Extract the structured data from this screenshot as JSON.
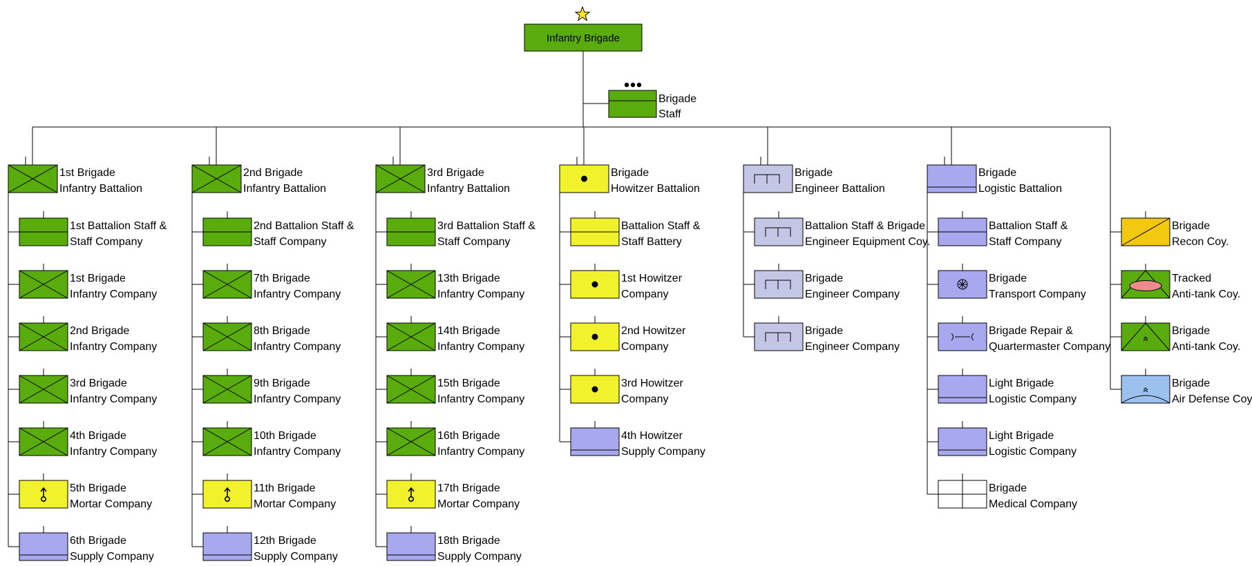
{
  "title": "Infantry Brigade",
  "hq": {
    "label": "Infantry Brigade",
    "marker": "star-icon"
  },
  "staff": {
    "lines": [
      "Brigade",
      "Staff"
    ],
    "echelon": "dots-3"
  },
  "colors": {
    "infantry": "#5aab0e",
    "artillery": "#f2f22c",
    "logistics": "#a8a8ee",
    "engineer": "#c4c6e6",
    "recon": "#f2c811",
    "airdefense": "#9dc1ef",
    "antitank_oval": "#ee8a8e",
    "star": "#ffe820",
    "lines": "#000000"
  },
  "columns": [
    {
      "head": {
        "icon": "infantry-battalion-icon",
        "lines": [
          "1st Brigade",
          "Infantry Battalion"
        ]
      },
      "items": [
        {
          "icon": "infantry-staff-icon",
          "lines": [
            "1st Battalion Staff &",
            "Staff Company"
          ]
        },
        {
          "icon": "infantry-company-icon",
          "lines": [
            "1st Brigade",
            "Infantry Company"
          ]
        },
        {
          "icon": "infantry-company-icon",
          "lines": [
            "2nd Brigade",
            "Infantry Company"
          ]
        },
        {
          "icon": "infantry-company-icon",
          "lines": [
            "3rd Brigade",
            "Infantry Company"
          ]
        },
        {
          "icon": "infantry-company-icon",
          "lines": [
            "4th Brigade",
            "Infantry Company"
          ]
        },
        {
          "icon": "mortar-company-icon",
          "lines": [
            "5th Brigade",
            "Mortar Company"
          ]
        },
        {
          "icon": "supply-company-icon",
          "lines": [
            "6th Brigade",
            "Supply Company"
          ]
        }
      ]
    },
    {
      "head": {
        "icon": "infantry-battalion-icon",
        "lines": [
          "2nd Brigade",
          "Infantry Battalion"
        ]
      },
      "items": [
        {
          "icon": "infantry-staff-icon",
          "lines": [
            "2nd Battalion Staff &",
            "Staff Company"
          ]
        },
        {
          "icon": "infantry-company-icon",
          "lines": [
            "7th Brigade",
            "Infantry Company"
          ]
        },
        {
          "icon": "infantry-company-icon",
          "lines": [
            "8th Brigade",
            "Infantry Company"
          ]
        },
        {
          "icon": "infantry-company-icon",
          "lines": [
            "9th Brigade",
            "Infantry Company"
          ]
        },
        {
          "icon": "infantry-company-icon",
          "lines": [
            "10th Brigade",
            "Infantry Company"
          ]
        },
        {
          "icon": "mortar-company-icon",
          "lines": [
            "11th Brigade",
            "Mortar Company"
          ]
        },
        {
          "icon": "supply-company-icon",
          "lines": [
            "12th Brigade",
            "Supply Company"
          ]
        }
      ]
    },
    {
      "head": {
        "icon": "infantry-battalion-icon",
        "lines": [
          "3rd Brigade",
          "Infantry Battalion"
        ]
      },
      "items": [
        {
          "icon": "infantry-staff-icon",
          "lines": [
            "3rd Battalion Staff &",
            "Staff Company"
          ]
        },
        {
          "icon": "infantry-company-icon",
          "lines": [
            "13th Brigade",
            "Infantry Company"
          ]
        },
        {
          "icon": "infantry-company-icon",
          "lines": [
            "14th Brigade",
            "Infantry Company"
          ]
        },
        {
          "icon": "infantry-company-icon",
          "lines": [
            "15th Brigade",
            "Infantry Company"
          ]
        },
        {
          "icon": "infantry-company-icon",
          "lines": [
            "16th Brigade",
            "Infantry Company"
          ]
        },
        {
          "icon": "mortar-company-icon",
          "lines": [
            "17th Brigade",
            "Mortar Company"
          ]
        },
        {
          "icon": "supply-company-icon",
          "lines": [
            "18th Brigade",
            "Supply Company"
          ]
        }
      ]
    },
    {
      "head": {
        "icon": "howitzer-battalion-icon",
        "lines": [
          "Brigade",
          "Howitzer Battalion"
        ]
      },
      "items": [
        {
          "icon": "artillery-staff-icon",
          "lines": [
            "Battalion Staff &",
            "Staff Battery"
          ]
        },
        {
          "icon": "howitzer-company-icon",
          "lines": [
            "1st Howitzer",
            "Company"
          ]
        },
        {
          "icon": "howitzer-company-icon",
          "lines": [
            "2nd Howitzer",
            "Company"
          ]
        },
        {
          "icon": "howitzer-company-icon",
          "lines": [
            "3rd Howitzer",
            "Company"
          ]
        },
        {
          "icon": "supply-company-icon",
          "lines": [
            "4th Howitzer",
            "Supply Company"
          ]
        }
      ]
    },
    {
      "head": {
        "icon": "engineer-battalion-icon",
        "lines": [
          "Brigade",
          "Engineer Battalion"
        ]
      },
      "items": [
        {
          "icon": "engineer-company-icon",
          "lines": [
            "Battalion Staff & Brigade",
            "Engineer Equipment Coy."
          ]
        },
        {
          "icon": "engineer-company-icon",
          "lines": [
            "Brigade",
            "Engineer Company"
          ]
        },
        {
          "icon": "engineer-company-icon",
          "lines": [
            "Brigade",
            "Engineer Company"
          ]
        }
      ]
    },
    {
      "head": {
        "icon": "logistic-battalion-icon",
        "lines": [
          "Brigade",
          "Logistic Battalion"
        ]
      },
      "items": [
        {
          "icon": "logistic-staff-icon",
          "lines": [
            "Battalion Staff &",
            "Staff Company"
          ]
        },
        {
          "icon": "transport-company-icon",
          "lines": [
            "Brigade",
            "Transport Company"
          ]
        },
        {
          "icon": "repair-company-icon",
          "lines": [
            "Brigade Repair &",
            "Quartermaster Company"
          ]
        },
        {
          "icon": "supply-company-icon",
          "lines": [
            "Light Brigade",
            "Logistic Company"
          ]
        },
        {
          "icon": "supply-company-icon",
          "lines": [
            "Light Brigade",
            "Logistic Company"
          ]
        },
        {
          "icon": "medical-company-icon",
          "lines": [
            "Brigade",
            "Medical Company"
          ]
        }
      ]
    },
    {
      "head": null,
      "items": [
        {
          "icon": "recon-company-icon",
          "lines": [
            "Brigade",
            "Recon Coy."
          ]
        },
        {
          "icon": "tracked-antitank-icon",
          "lines": [
            "Tracked",
            "Anti-tank Coy."
          ]
        },
        {
          "icon": "antitank-company-icon",
          "lines": [
            "Brigade",
            "Anti-tank Coy."
          ]
        },
        {
          "icon": "air-defense-icon",
          "lines": [
            "Brigade",
            "Air Defense Coy."
          ]
        }
      ]
    }
  ]
}
